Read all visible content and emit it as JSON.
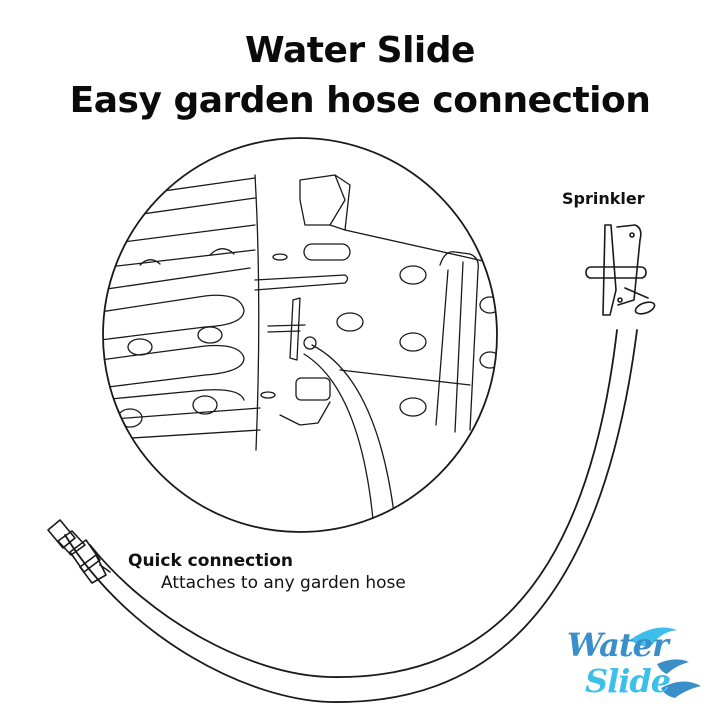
{
  "header": {
    "title_line1": "Water Slide",
    "title_line2": "Easy garden hose connection"
  },
  "callouts": {
    "sprinkler": "Sprinkler",
    "quick_connection": "Quick connection",
    "quick_connection_sub": "Attaches to any garden hose"
  },
  "logo": {
    "line1": "Water",
    "line2": "Slide",
    "colors": {
      "dark_blue": "#3a8fc9",
      "light_blue": "#3cc0ea"
    }
  },
  "illustration": {
    "detail_circle": "magnified-slide-hose-attachment",
    "hose": "garden-hose",
    "line_color": "#1a1a1a"
  }
}
